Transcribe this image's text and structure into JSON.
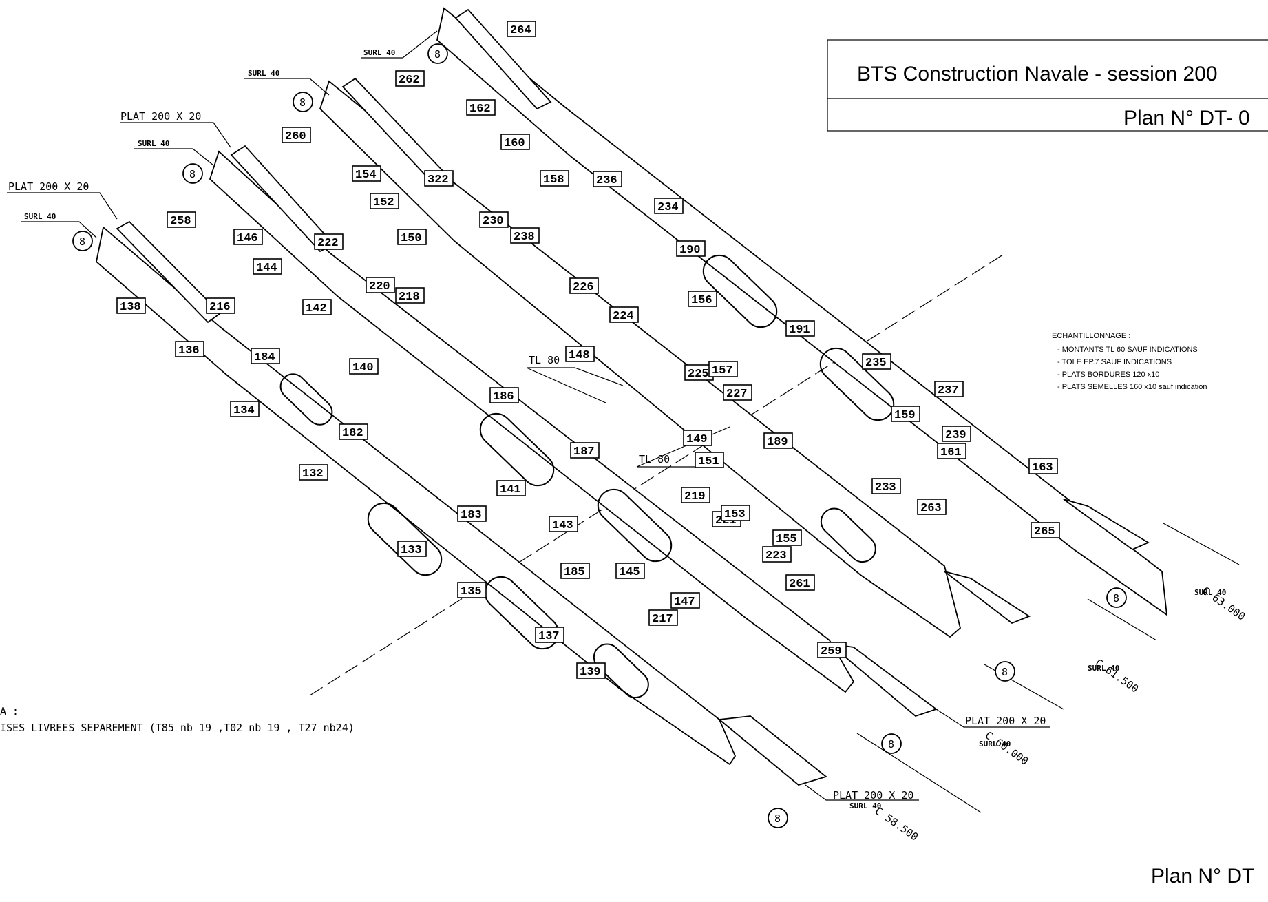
{
  "title_block": {
    "title": "BTS Construction Navale - session 200",
    "plan": "Plan N° DT- 0",
    "plan_bottom": "Plan N° DT"
  },
  "notes": {
    "heading": "ECHANTILLONNAGE :",
    "lines": [
      "- MONTANTS TL 60 SAUF INDICATIONS",
      "- TOLE EP.7 SAUF INDICATIONS",
      "- PLATS BORDURES 120 x10",
      "- PLATS SEMELLES 160 x10 sauf indication"
    ]
  },
  "bottom_note": {
    "line1": "A :",
    "line2": "ISES LIVREES SEPAREMENT (T85 nb 19 ,T02 nb 19 , T27 nb24)"
  },
  "frames": [
    "C 58.500",
    "C 60.000",
    "C 61.500",
    "C 63.000"
  ],
  "annotations": {
    "surl": "SURL 40",
    "plat": "PLAT 200 X 20",
    "tl": "TL 80",
    "weld": "8"
  },
  "part_labels": [
    "258",
    "138",
    "216",
    "136",
    "184",
    "134",
    "182",
    "132",
    "183",
    "133",
    "185",
    "135",
    "217",
    "137",
    "259",
    "139",
    "260",
    "146",
    "222",
    "144",
    "220",
    "142",
    "218",
    "140",
    "186",
    "187",
    "141",
    "219",
    "143",
    "221",
    "145",
    "223",
    "147",
    "261",
    "262",
    "154",
    "322",
    "152",
    "230",
    "150",
    "238",
    "226",
    "224",
    "148",
    "225",
    "227",
    "149",
    "189",
    "151",
    "233",
    "153",
    "155",
    "263",
    "264",
    "162",
    "236",
    "160",
    "158",
    "234",
    "190",
    "156",
    "191",
    "157",
    "235",
    "237",
    "159",
    "239",
    "161",
    "163",
    "265"
  ]
}
